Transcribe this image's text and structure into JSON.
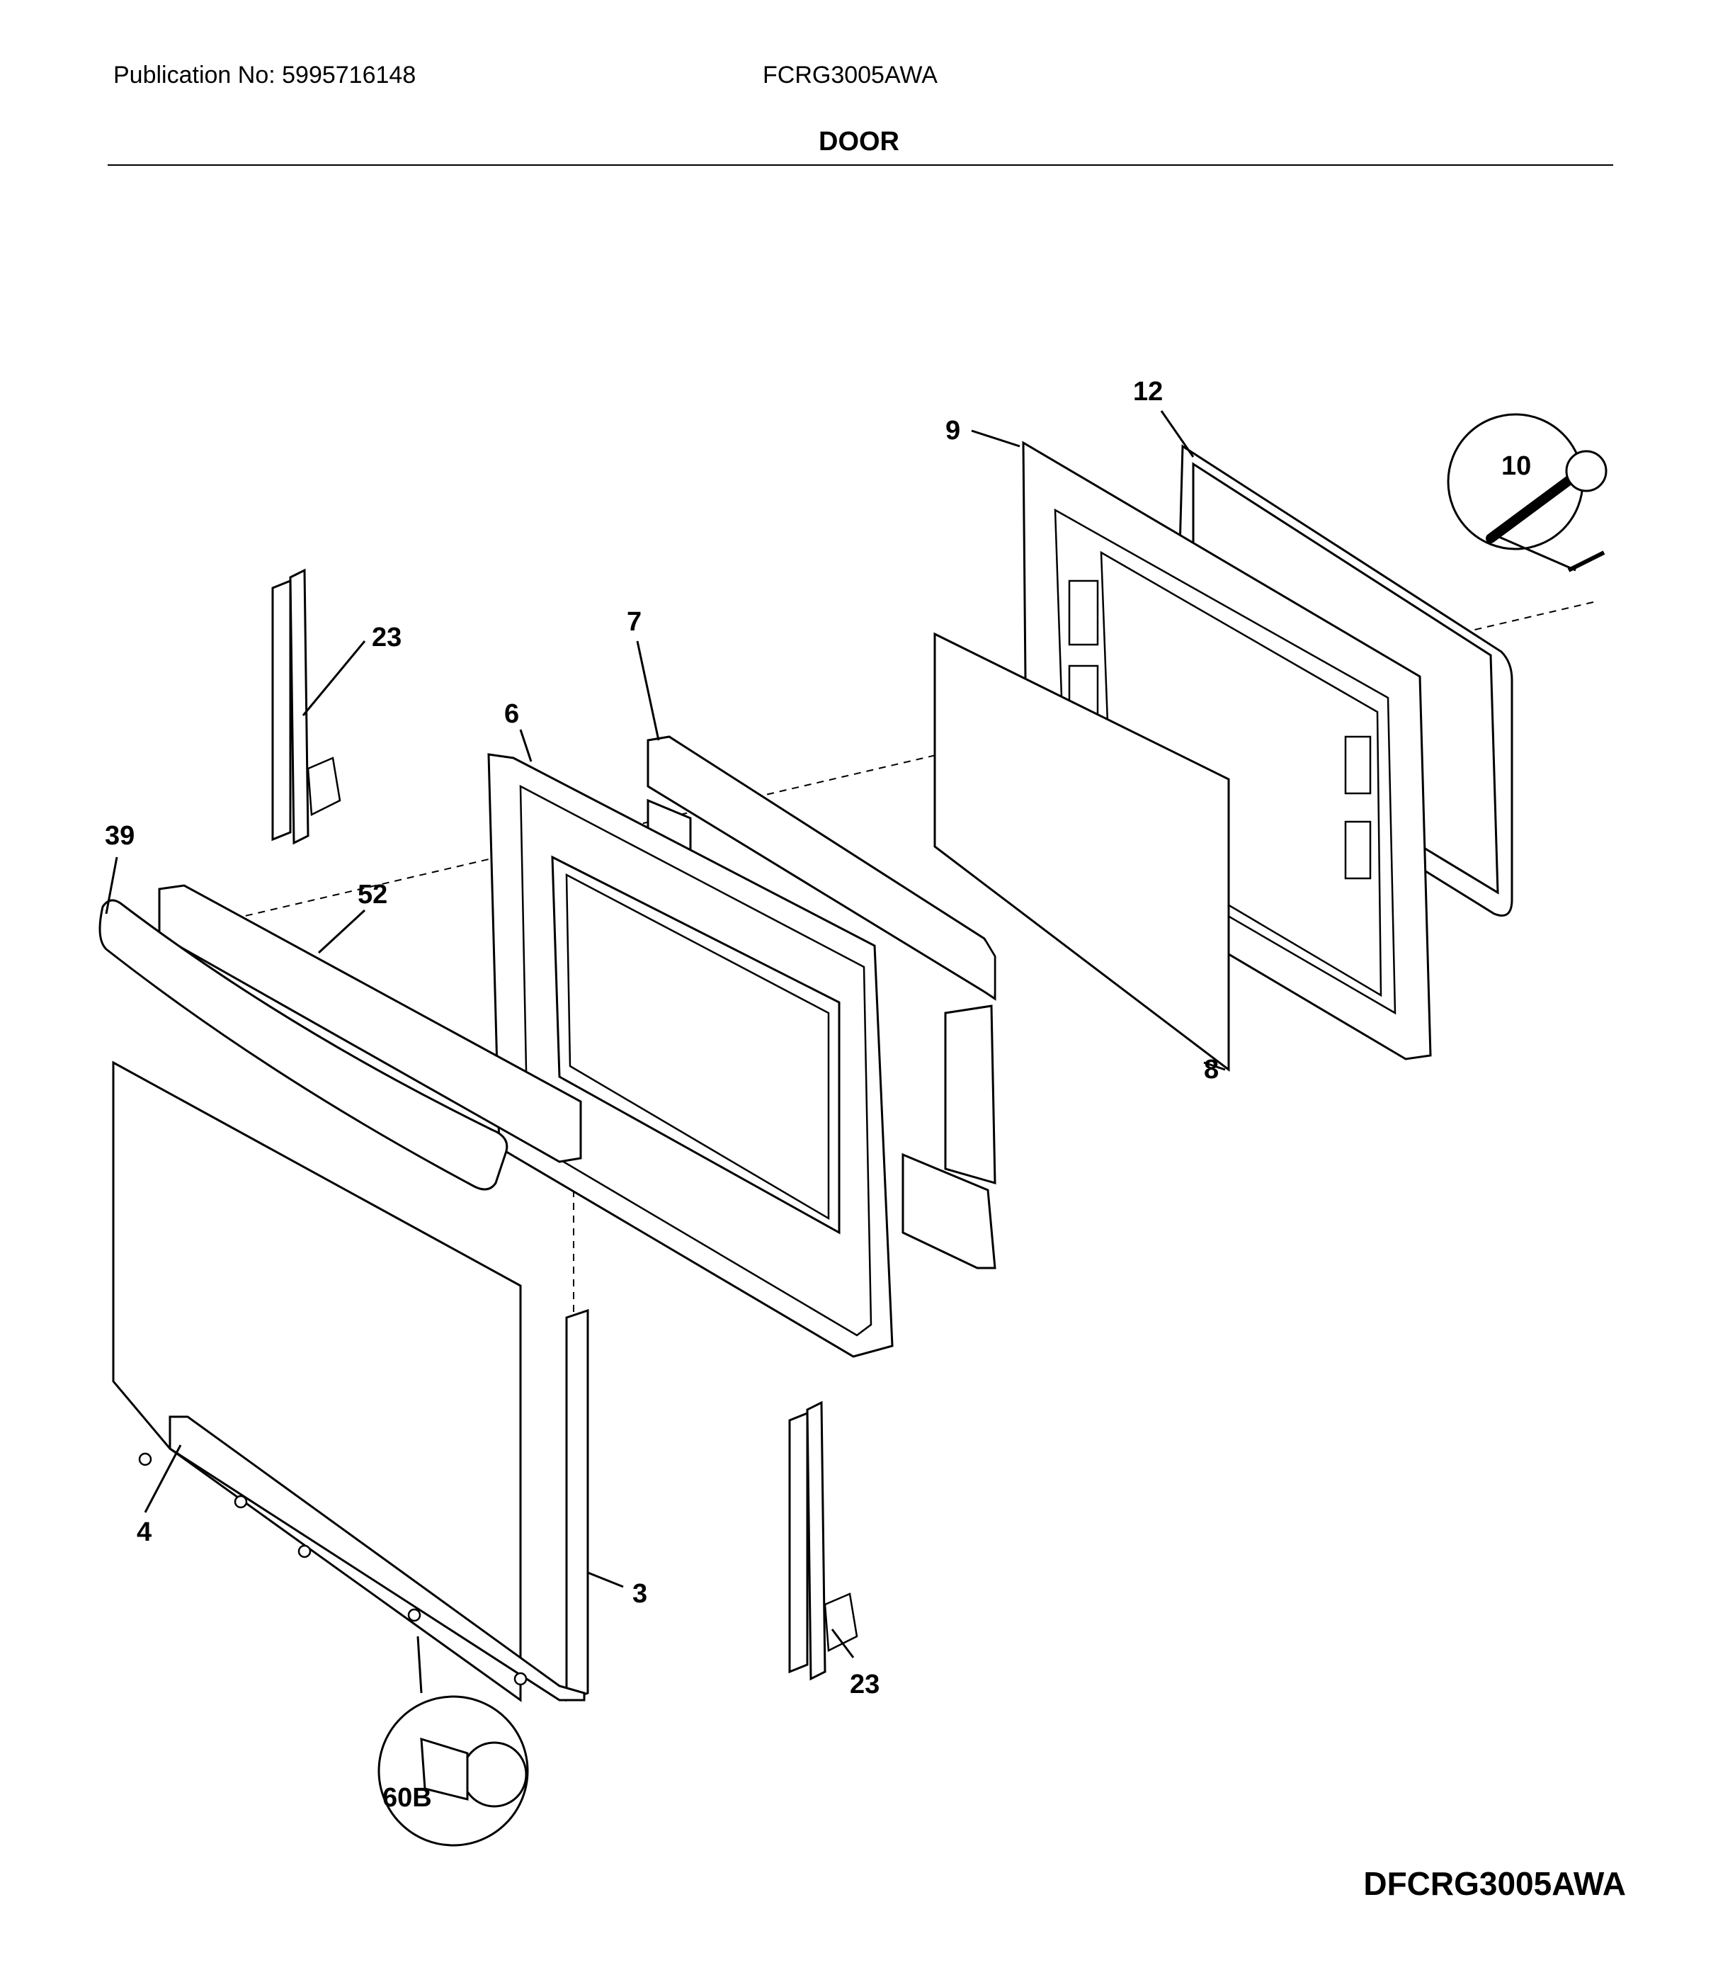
{
  "header": {
    "publication": "Publication No: 5995716148",
    "model": "FCRG3005AWA",
    "section_title": "DOOR"
  },
  "diagram": {
    "callouts": [
      {
        "id": "c12",
        "text": "12"
      },
      {
        "id": "c9",
        "text": "9"
      },
      {
        "id": "c10",
        "text": "10"
      },
      {
        "id": "c23a",
        "text": "23"
      },
      {
        "id": "c7",
        "text": "7"
      },
      {
        "id": "c6",
        "text": "6"
      },
      {
        "id": "c39",
        "text": "39"
      },
      {
        "id": "c52",
        "text": "52"
      },
      {
        "id": "c8",
        "text": "8"
      },
      {
        "id": "c4",
        "text": "4"
      },
      {
        "id": "c3",
        "text": "3"
      },
      {
        "id": "c23b",
        "text": "23"
      },
      {
        "id": "c60b",
        "text": "60B"
      }
    ]
  },
  "footer": {
    "drawing_code": "DFCRG3005AWA"
  }
}
